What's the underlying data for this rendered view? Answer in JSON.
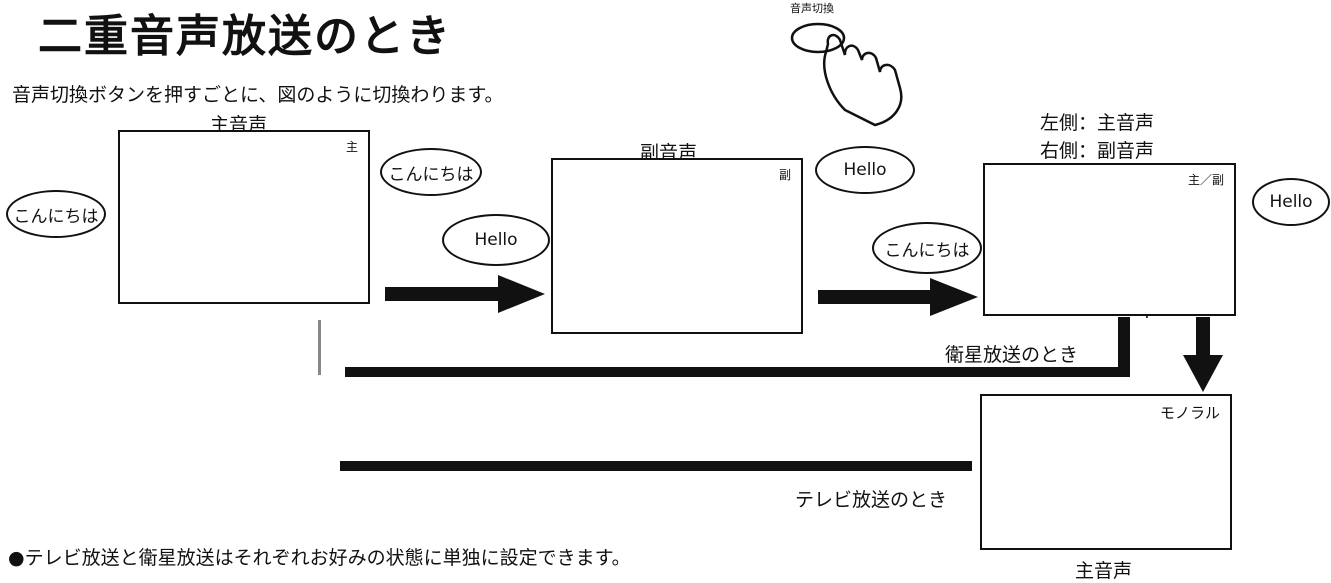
{
  "title": "二重音声放送のとき",
  "subtitle": "音声切換ボタンを押すごとに、図のように切換わります。",
  "button": {
    "label": "音声切換"
  },
  "panels": [
    {
      "caption": "主音声",
      "corner": "主",
      "bubbles": [
        "こんにちは",
        "こんにちは"
      ]
    },
    {
      "caption": "副音声",
      "corner": "副",
      "bubbles": [
        "Hello",
        "Hello"
      ]
    },
    {
      "caption_lines": [
        "左側：主音声",
        "右側：副音声"
      ],
      "corner": "主／副",
      "bubbles": [
        "こんにちは",
        "Hello"
      ]
    },
    {
      "caption": "主音声",
      "corner": "モノラル"
    }
  ],
  "paths": {
    "satellite": "衛星放送のとき",
    "tv": "テレビ放送のとき"
  },
  "note": "●テレビ放送と衛星放送はそれぞれお好みの状態に単独に設定できます。"
}
